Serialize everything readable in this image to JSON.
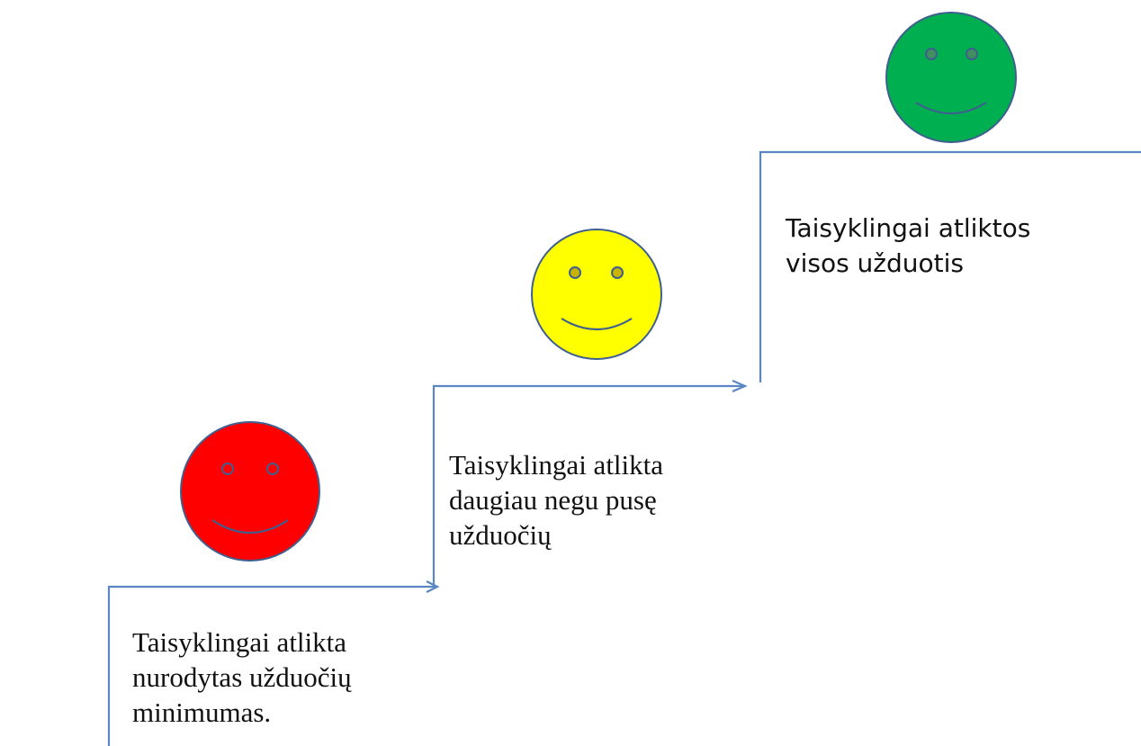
{
  "steps": [
    {
      "face_color": "#ff0000",
      "eye_color": "#ff0000",
      "outline_color": "#3f5f8f",
      "text_lines": [
        "Taisyklingai atlikta",
        "nurodytas užduočių",
        "minimumas."
      ]
    },
    {
      "face_color": "#ffff00",
      "eye_color": "#c8b400",
      "outline_color": "#3f5f8f",
      "text_lines": [
        "Taisyklingai atlikta",
        "daugiau negu pusę",
        "užduočių"
      ]
    },
    {
      "face_color": "#00b050",
      "eye_color": "#3f8f5f",
      "outline_color": "#3f5f8f",
      "text_lines": [
        "Taisyklingai atliktos",
        "visos užduotis"
      ]
    }
  ],
  "stair_color": "#5b86c2"
}
